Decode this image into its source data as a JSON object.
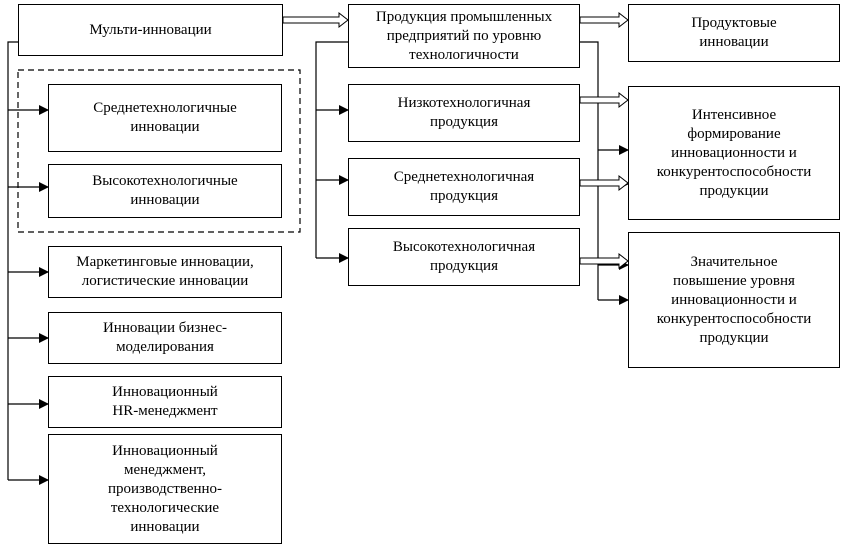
{
  "diagram": {
    "root": "Мульти-инновации",
    "left_column": [
      "Среднетехнологичные\nинновации",
      "Высокотехнологичные\nинновации",
      "Маркетинговые инновации,\nлогистические инновации",
      "Инновации бизнес-\nмоделирования",
      "Инновационный\nHR-менеджмент",
      "Инновационный\nменеджмент,\nпроизводственно-\nтехнологические\nинновации"
    ],
    "middle_column": {
      "header": "Продукция промышленных\nпредприятий по уровню\nтехнологичности",
      "items": [
        "Низкотехнологичная\nпродукция",
        "Среднетехнологичная\nпродукция",
        "Высокотехнологичная\nпродукция"
      ]
    },
    "right_column": {
      "header": "Продуктовые\nинновации",
      "items": [
        "Интенсивное\nформирование\nинновационности и\nконкурентоспособности\nпродукции",
        "Значительное\nповышение уровня\nинновационности и\nконкурентоспособности\nпродукции"
      ]
    }
  }
}
